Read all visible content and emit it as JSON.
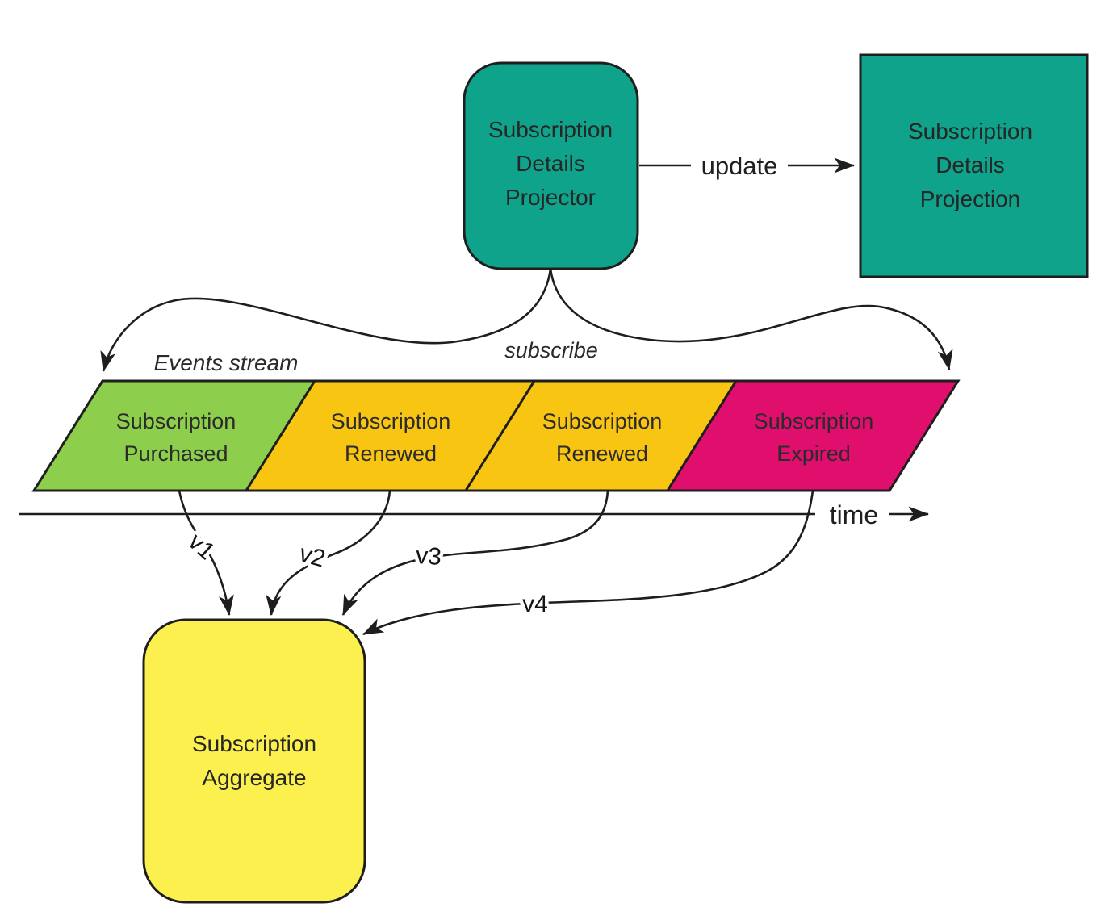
{
  "diagram": {
    "projector": {
      "lines": [
        "Subscription",
        "Details",
        "Projector"
      ]
    },
    "projection": {
      "lines": [
        "Subscription",
        "Details",
        "Projection"
      ]
    },
    "update_label": "update",
    "subscribe_label": "subscribe",
    "events_stream_label": "Events stream",
    "events": [
      {
        "lines": [
          "Subscription",
          "Purchased"
        ],
        "color": "#8DCE4D",
        "version_label": "v1"
      },
      {
        "lines": [
          "Subscription",
          "Renewed"
        ],
        "color": "#F9C513",
        "version_label": "v2"
      },
      {
        "lines": [
          "Subscription",
          "Renewed"
        ],
        "color": "#F9C513",
        "version_label": "v3"
      },
      {
        "lines": [
          "Subscription",
          "Expired"
        ],
        "color": "#E00F6E",
        "version_label": "v4"
      }
    ],
    "time_label": "time",
    "aggregate": {
      "lines": [
        "Subscription",
        "Aggregate"
      ]
    },
    "colors": {
      "projector_fill": "#0EA38A",
      "projection_fill": "#0EA38A",
      "aggregate_fill": "#FBF04E",
      "stroke": "#1E1E1E"
    }
  }
}
